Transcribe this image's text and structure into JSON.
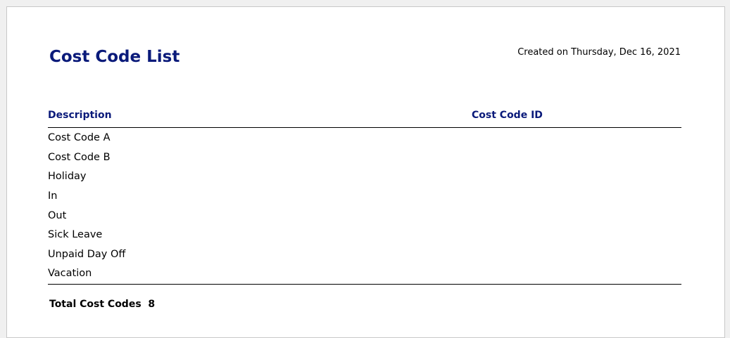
{
  "title": "Cost Code List",
  "created": "Created on Thursday, Dec 16, 2021",
  "columns": {
    "description": "Description",
    "id": "Cost Code ID"
  },
  "rows": [
    "Cost Code A",
    "Cost Code B",
    "Holiday",
    "In",
    "Out",
    "Sick Leave",
    "Unpaid Day Off",
    "Vacation"
  ],
  "total": {
    "label": "Total Cost Codes",
    "value": "8"
  }
}
